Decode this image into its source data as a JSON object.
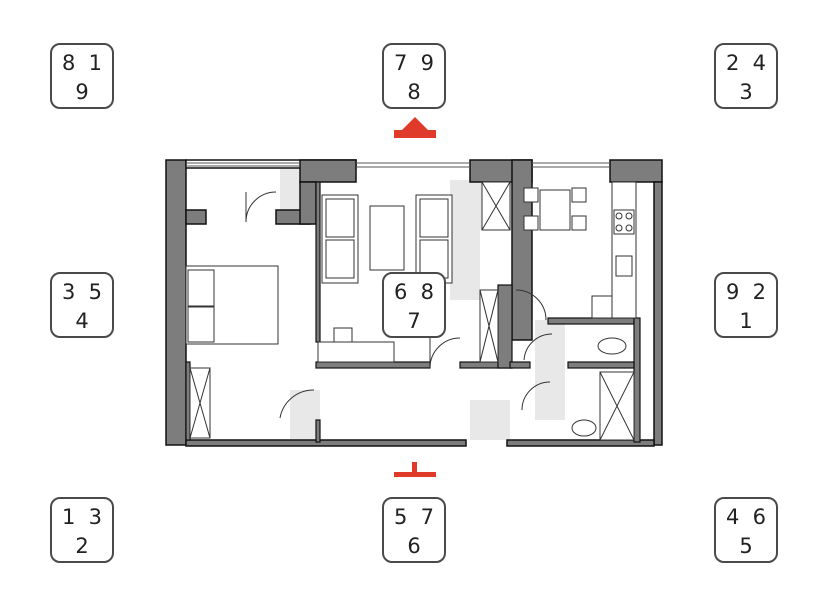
{
  "tiles": {
    "top_left": {
      "a": "8",
      "b": "1",
      "c": "9"
    },
    "top_center": {
      "a": "7",
      "b": "9",
      "c": "8"
    },
    "top_right": {
      "a": "2",
      "b": "4",
      "c": "3"
    },
    "middle_left": {
      "a": "3",
      "b": "5",
      "c": "4"
    },
    "center": {
      "a": "6",
      "b": "8",
      "c": "7"
    },
    "middle_right": {
      "a": "9",
      "b": "2",
      "c": "1"
    },
    "bottom_left": {
      "a": "1",
      "b": "3",
      "c": "2"
    },
    "bottom_center": {
      "a": "5",
      "b": "7",
      "c": "6"
    },
    "bottom_right": {
      "a": "4",
      "b": "6",
      "c": "5"
    }
  },
  "colors": {
    "marker": "#e03a2a",
    "wall": "#7a7a7a",
    "outline": "#111111"
  }
}
